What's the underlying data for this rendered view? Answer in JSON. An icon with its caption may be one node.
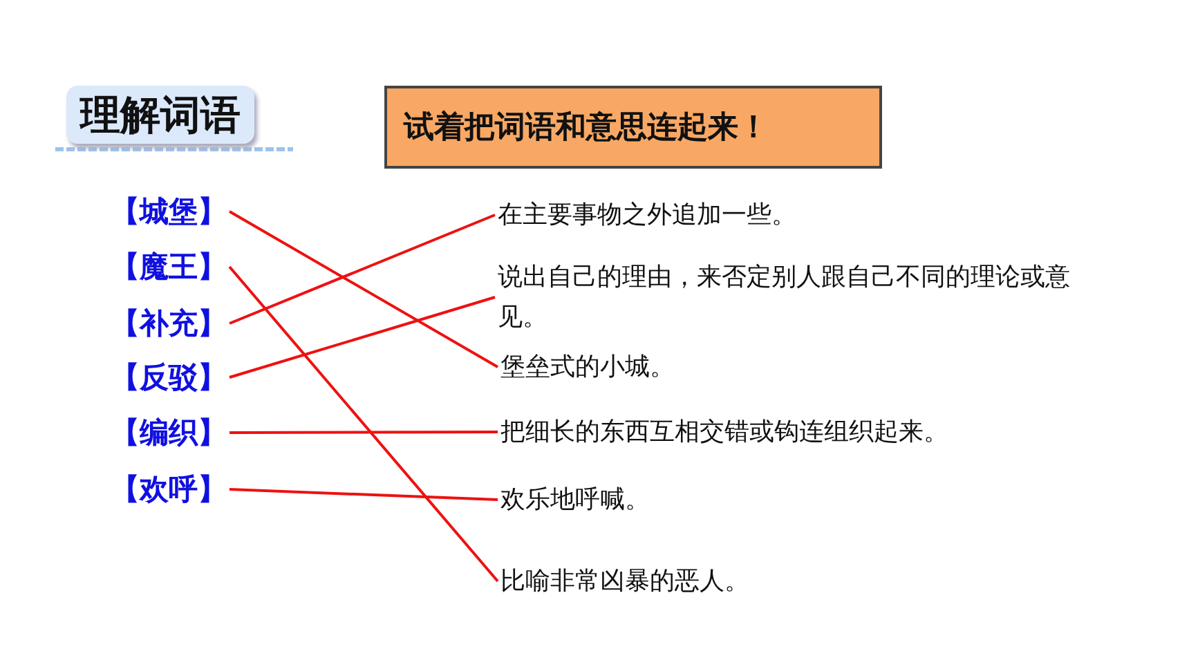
{
  "diagram": {
    "nodes": [
      {
        "text": [
          "理解词语"
        ]
      },
      {
        "text": [
          "试着把词语和意思连起来！"
        ]
      },
      {
        "text": [
          "【城堡】"
        ]
      },
      {
        "text": [
          "【魔王】"
        ]
      },
      {
        "text": [
          "【补充】"
        ]
      },
      {
        "text": [
          "【反驳】"
        ]
      },
      {
        "text": [
          "【编织】"
        ]
      },
      {
        "text": [
          "【欢呼】"
        ]
      },
      {
        "text": [
          "在主要事物之外追加一些。"
        ]
      },
      {
        "text": [
          "说出自己的理由，来否定别人跟自己不同的理论或意见。"
        ]
      },
      {
        "text": [
          "堡垒式的小城。"
        ]
      },
      {
        "text": [
          "把细长的东西互相交错或钩连组织起来。"
        ]
      },
      {
        "text": [
          "欢乐地呼喊。"
        ]
      },
      {
        "text": [
          "比喻非常凶暴的恶人。"
        ]
      }
    ],
    "edges": [
      {
        "from": 2,
        "to": 10,
        "arrow": "none"
      },
      {
        "from": 3,
        "to": 13,
        "arrow": "none"
      },
      {
        "from": 4,
        "to": 8,
        "arrow": "none"
      },
      {
        "from": 5,
        "to": 9,
        "arrow": "none"
      },
      {
        "from": 6,
        "to": 11,
        "arrow": "none"
      },
      {
        "from": 7,
        "to": 12,
        "arrow": "none"
      }
    ]
  }
}
